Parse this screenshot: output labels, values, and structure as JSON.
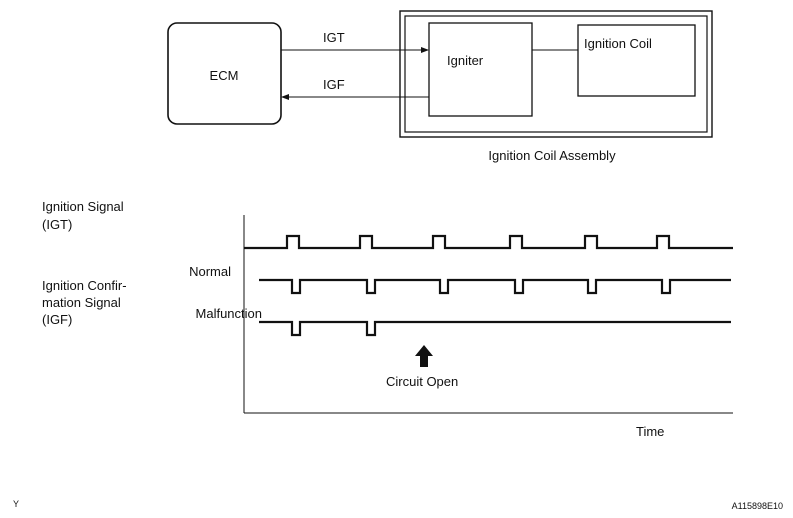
{
  "block_diagram": {
    "ecm_label": "ECM",
    "igt_label": "IGT",
    "igf_label": "IGF",
    "igniter_label": "Igniter",
    "coil_label": "Ignition Coil",
    "assembly_label": "Ignition Coil Assembly"
  },
  "timing": {
    "igt_label_line1": "Ignition Signal",
    "igt_label_line2": "(IGT)",
    "igf_label_line1": "Ignition Confir-",
    "igf_label_line2": "mation Signal",
    "igf_label_line3": "(IGF)",
    "normal_label": "Normal",
    "malfunction_label": "Malfunction",
    "circuit_open_label": "Circuit Open",
    "time_label": "Time",
    "pulse_count_igt": 6,
    "pulse_count_igf_normal": 6,
    "pulse_count_igf_malfunction": 2
  },
  "footer": {
    "left_code": "Y",
    "right_code": "A115898E10"
  }
}
